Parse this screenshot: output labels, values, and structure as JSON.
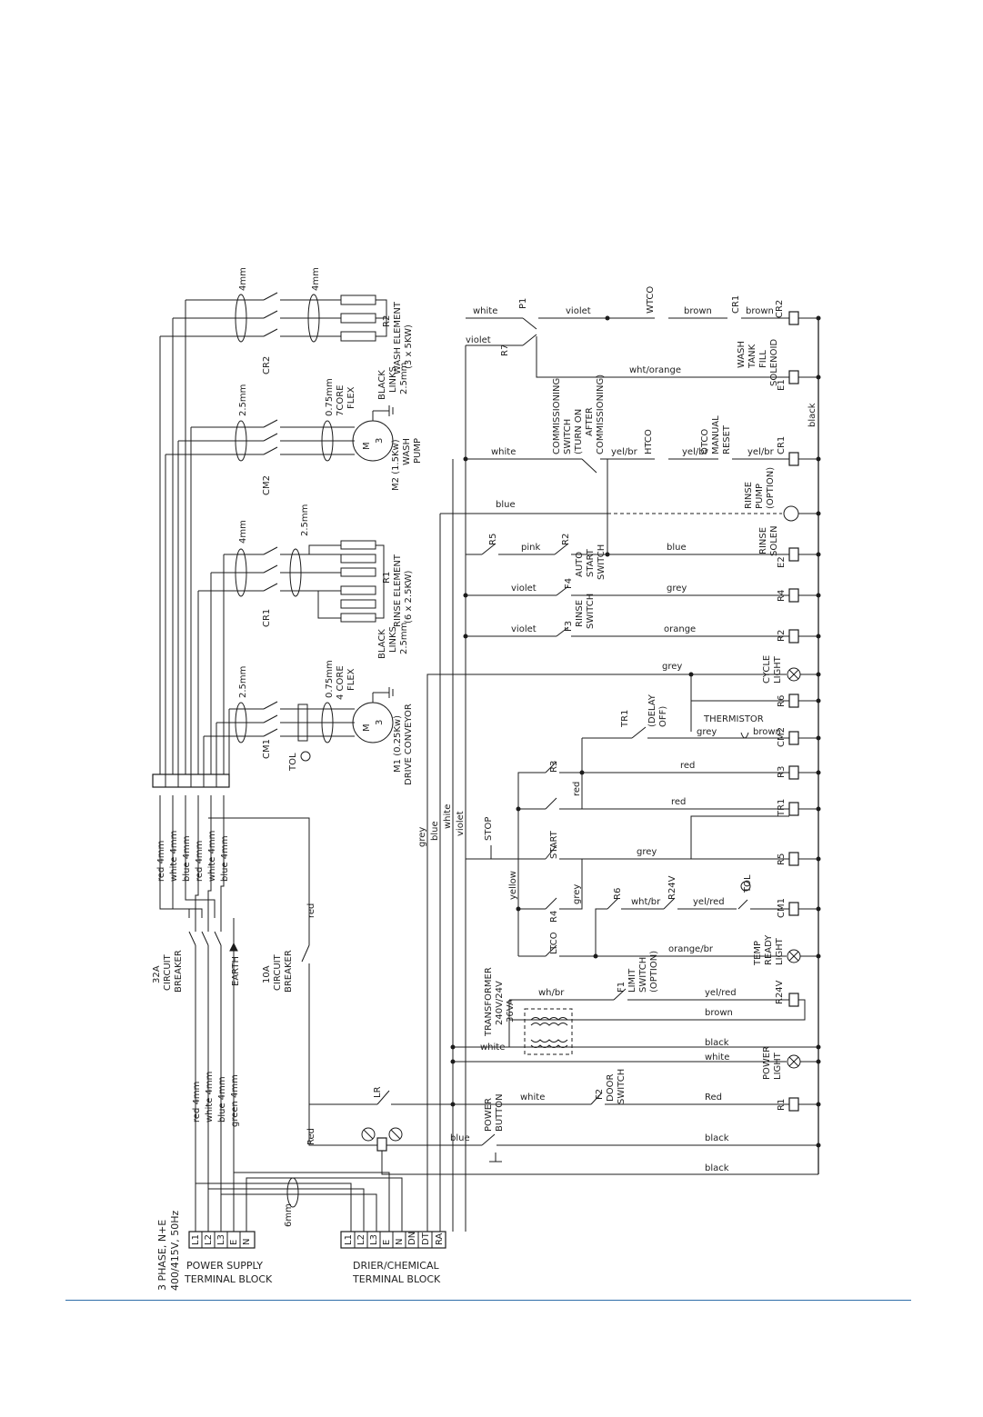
{
  "diagram": {
    "supply": {
      "title": "3 PHASE, N+E",
      "rating": "400/415V, 50Hz",
      "block": [
        "POWER SUPPLY",
        "TERMINAL BLOCK"
      ],
      "terminals": [
        "L1",
        "L2",
        "L3",
        "E",
        "N"
      ],
      "cable": "6mm"
    },
    "drier": {
      "block": [
        "DRIER/CHEMICAL",
        "TERMINAL BLOCK"
      ],
      "terminals": [
        "L1",
        "L2",
        "L3",
        "E",
        "N",
        "DN",
        "DT",
        "RA"
      ]
    },
    "breakers": {
      "main": [
        "32A",
        "CIRCUIT",
        "BREAKER"
      ],
      "ctrl": [
        "10A",
        "CIRCUIT",
        "BREAKER"
      ],
      "earth": "EARTH",
      "ctrl_wire": "red"
    },
    "bus_colors": [
      "red 4mm",
      "white 4mm",
      "blue 4mm",
      "red 4mm",
      "white 4mm",
      "blue 4mm"
    ],
    "supply_colors": [
      "red 4mm",
      "white 4mm",
      "blue 4mm",
      "green 4mm"
    ],
    "power": {
      "sizes": [
        "4mm",
        "4mm",
        "2.5mm",
        "0.75mm",
        "4mm",
        "2.5mm",
        "2.5mm",
        "0.75mm"
      ],
      "contactors": [
        "CR2",
        "CM2",
        "CR1",
        "CM1"
      ],
      "tol": "TOL",
      "r2": [
        "R2",
        "WASH ELEMENT",
        "(3 x 5KW)"
      ],
      "links1": [
        "BLACK",
        "LINKS",
        "2.5mm"
      ],
      "m2": [
        "M2 (1.5Kw)",
        "WASH",
        "PUMP"
      ],
      "flex1": [
        "7CORE",
        "FLEX"
      ],
      "r1": [
        "R1",
        "RINSE ELEMENT",
        "(6 x 2.5KW)"
      ],
      "links2": [
        "BLACK",
        "LINKS",
        "2.5mm"
      ],
      "m1": [
        "M1 (0.25Kw)",
        "DRIVE CONVEYOR"
      ],
      "flex2": [
        "4 CORE",
        "FLEX"
      ],
      "motor": "M",
      "phase": "3"
    },
    "control": {
      "top_white": "white",
      "p1": "P1",
      "p1_violet": "violet",
      "r7_violet": "violet",
      "r7": "R7",
      "wtco": "WTCO",
      "wire_brown": "brown",
      "cr1_a": "CR1",
      "brown2": "brown",
      "cr2_coil": "CR2",
      "wht_orange": "wht/orange",
      "e1_label": [
        "WASH",
        "TANK",
        "FILL",
        "SOLENOID"
      ],
      "e1": "E1",
      "commiss": [
        "COMMISSIONING",
        "SWITCH",
        "(TURN ON",
        "AFTER",
        "COMMISSIONING)"
      ],
      "white2": "white",
      "yel_br1": "yel/br",
      "htco": "HTCO",
      "yel_br2": "yel/br",
      "otco": [
        "OTCO",
        "MANUAL",
        "RESET"
      ],
      "yel_br3": "yel/br",
      "cr1_coil": "CR1",
      "black1": "black",
      "blue1": "blue",
      "rinse_pump": [
        "RINSE",
        "PUMP",
        "(OPTION)"
      ],
      "r5": "R5",
      "pink": "pink",
      "r2c": "R2",
      "blue2": "blue",
      "rinse_solen": [
        "RINSE",
        "SOLEN"
      ],
      "e2": "E2",
      "auto_start": [
        "AUTO",
        "START",
        "SWITCH"
      ],
      "f4": "F4",
      "violet3": "violet",
      "grey1": "grey",
      "r4": "R4",
      "f3": "F3",
      "rinse_switch": [
        "RINSE",
        "SWITCH"
      ],
      "violet4": "violet",
      "orange": "orange",
      "r2_coil": "R2",
      "grey2": "grey",
      "cycle": [
        "CYCLE",
        "LIGHT"
      ],
      "tr1": "TR1",
      "delay": [
        "(DELAY",
        "OFF)"
      ],
      "thermistor": "THERMISTOR",
      "grey3": "grey",
      "brown3": "brown",
      "r6": "R6",
      "cm2_coil": "CM2",
      "r3": "R3",
      "red1": "red",
      "red2": "red",
      "r3_coil": "R3",
      "red3": "red",
      "tr1_coil": "TR1",
      "stop": "STOP",
      "start": "START",
      "grey4": "grey",
      "r5_coil": "R5",
      "yellow": "yellow",
      "r4b": "R4",
      "grey5": "grey",
      "r6b": "R6",
      "wht_br": "wht/br",
      "r24v": "R24V",
      "yel_red": "yel/red",
      "tol2": "TOL",
      "cm1_coil": "CM1",
      "ltco": "LTCO",
      "orange_br": "orange/br",
      "temp_ready": [
        "TEMP",
        "READY",
        "LIGHT"
      ],
      "transformer": [
        "TRANSFORMER",
        "240V/24V",
        "36VA"
      ],
      "wh_br": "wh/br",
      "f1": "F1",
      "limit": [
        "LIMIT",
        "SWITCH",
        "(OPTION)"
      ],
      "yel_red2": "yel/red",
      "brown4": "brown",
      "r24v_coil": "R24V",
      "white3": "white",
      "black2": "black",
      "white4": "white",
      "power_light": [
        "POWER",
        "LIGHT"
      ],
      "lr": "LR",
      "white5": "white",
      "f2": "F2",
      "door": [
        "DOOR",
        "SWITCH"
      ],
      "red_r1": "Red",
      "r1_coil": "R1",
      "red_left": "Red",
      "blue3": "blue",
      "power_button": [
        "POWER",
        "BUTTON"
      ],
      "black3": "black",
      "black4": "black",
      "grey_v": "grey",
      "blue_v": "blue",
      "white_v": "white",
      "violet_v": "violet"
    }
  }
}
